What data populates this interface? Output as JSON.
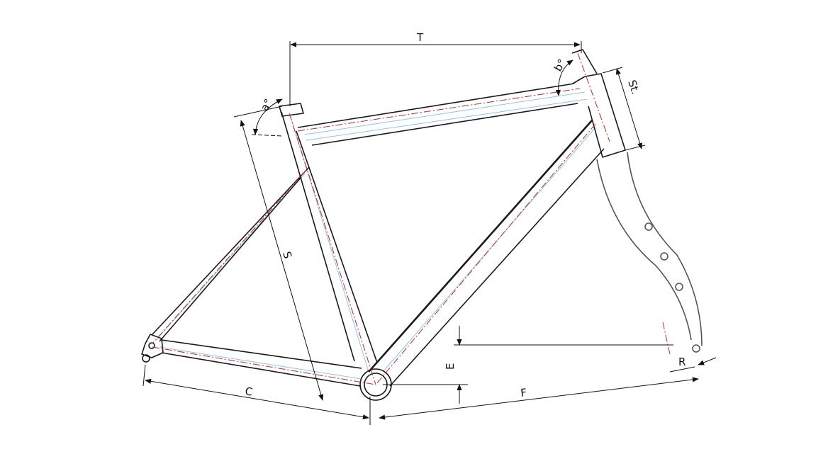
{
  "title": "Bicycle frame geometry diagram",
  "dimensions": {
    "top_tube": "T",
    "head_angle": "b°",
    "seat_angle": "a°",
    "stack_head_tube": "St.",
    "seat_tube": "S",
    "chainstay": "C",
    "bb_drop": "E",
    "front_center": "F",
    "fork_rake": "R"
  },
  "colors": {
    "frame_outline": "#1a1a1a",
    "centerline": "#c0262b",
    "construction": "#8fc3e6",
    "dimension": "#111111"
  }
}
